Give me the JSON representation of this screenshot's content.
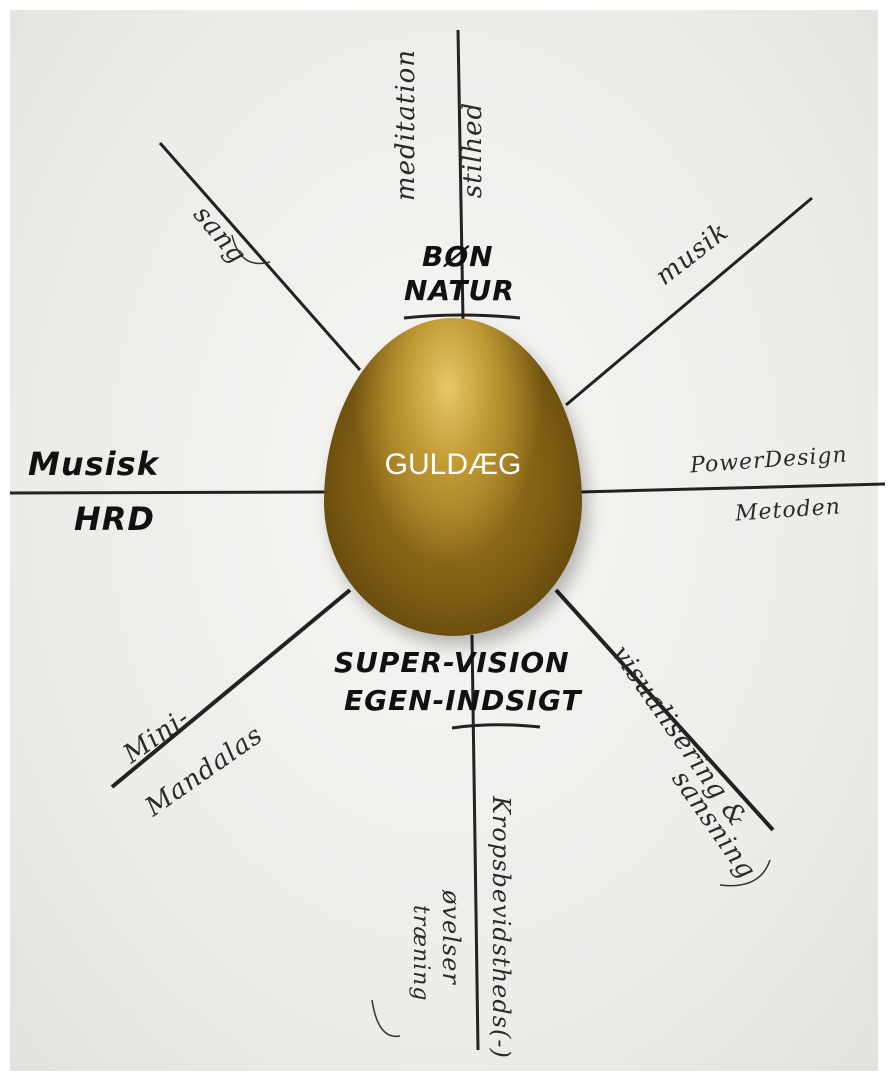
{
  "center": {
    "label": "GULDÆG"
  },
  "top": {
    "line1": "BØN",
    "line2": "NATUR"
  },
  "bottom": {
    "line1": "SUPER-VISION",
    "line2": "EGEN-INDSIGT"
  },
  "left": {
    "line1": "Musisk",
    "line2": "HRD"
  },
  "spokes": {
    "top_left": "meditation",
    "top_right": "stilhed",
    "upper_left": "sang",
    "upper_right": "musik",
    "right_top": "PowerDesign",
    "right_bottom": "Metoden",
    "lower_right_1": "visualisering &",
    "lower_right_2": "sansning",
    "lower_left_1": "Mini-",
    "lower_left_2": "Mandalas",
    "bottom_1": "Kropsbevidstheds(-)",
    "bottom_2": "øvelser",
    "bottom_3": "træning"
  }
}
